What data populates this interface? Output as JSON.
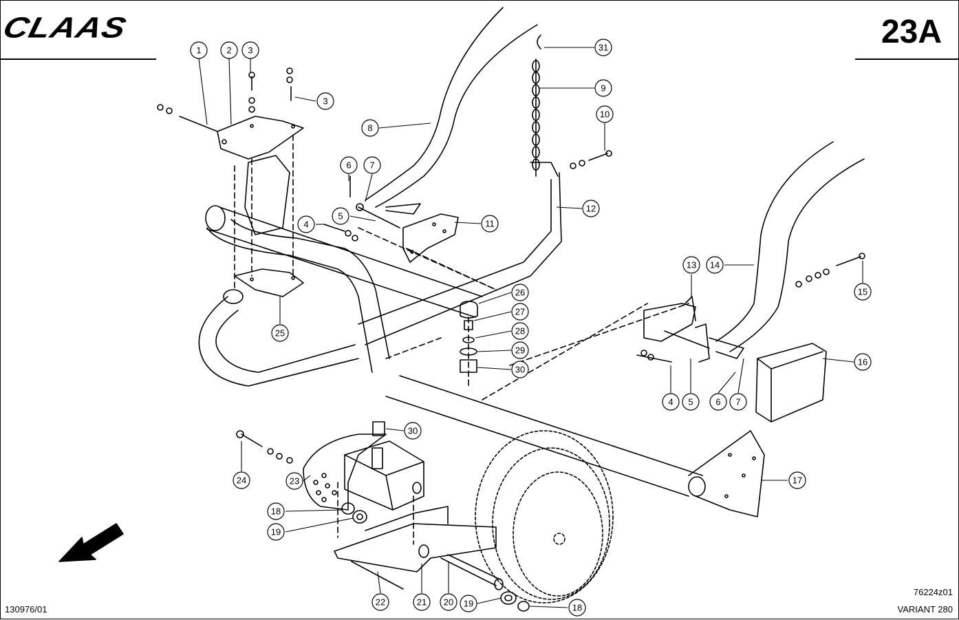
{
  "header": {
    "logo_text": "CLAAS",
    "page_number": "23A"
  },
  "footer": {
    "left_code": "130976/01",
    "drawing_code": "76224z01",
    "model": "VARIANT 280"
  },
  "callouts": [
    {
      "label": "1"
    },
    {
      "label": "2"
    },
    {
      "label": "3"
    },
    {
      "label": "3"
    },
    {
      "label": "31"
    },
    {
      "label": "9"
    },
    {
      "label": "10"
    },
    {
      "label": "8"
    },
    {
      "label": "6"
    },
    {
      "label": "7"
    },
    {
      "label": "4"
    },
    {
      "label": "5"
    },
    {
      "label": "11"
    },
    {
      "label": "12"
    },
    {
      "label": "13"
    },
    {
      "label": "14"
    },
    {
      "label": "15"
    },
    {
      "label": "26"
    },
    {
      "label": "27"
    },
    {
      "label": "28"
    },
    {
      "label": "29"
    },
    {
      "label": "30"
    },
    {
      "label": "25"
    },
    {
      "label": "16"
    },
    {
      "label": "4"
    },
    {
      "label": "5"
    },
    {
      "label": "6"
    },
    {
      "label": "7"
    },
    {
      "label": "30"
    },
    {
      "label": "24"
    },
    {
      "label": "23"
    },
    {
      "label": "17"
    },
    {
      "label": "18"
    },
    {
      "label": "19"
    },
    {
      "label": "22"
    },
    {
      "label": "21"
    },
    {
      "label": "20"
    },
    {
      "label": "19"
    },
    {
      "label": "18"
    }
  ]
}
